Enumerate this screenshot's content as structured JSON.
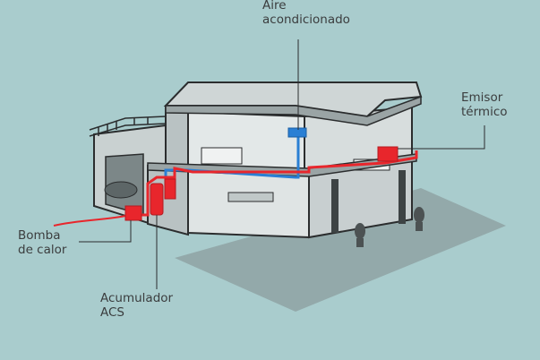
{
  "labels": {
    "aire": {
      "line1": "Aire",
      "line2": "acondicionado"
    },
    "emisor": {
      "line1": "Emisor",
      "line2": "térmico"
    },
    "bomba": {
      "line1": "Bomba",
      "line2": "de calor"
    },
    "acumulador": {
      "line1": "Acumulador",
      "line2": "ACS"
    }
  },
  "colors": {
    "background": "#a9cccd",
    "hot_pipe": "#e8262c",
    "cold_pipe": "#2a7fd4",
    "line": "#2b2d2e"
  }
}
